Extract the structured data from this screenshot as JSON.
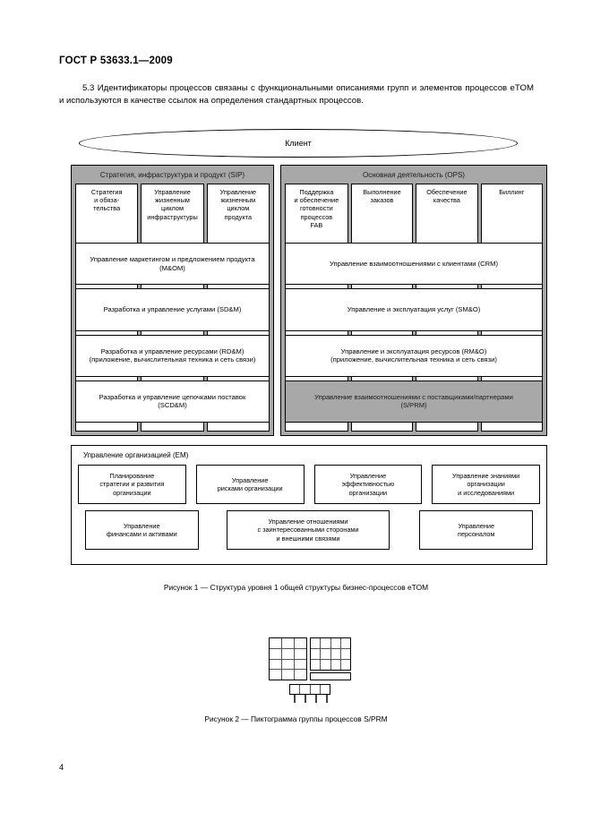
{
  "document": {
    "standard_title": "ГОСТ Р 53633.1—2009",
    "paragraph": "5.3  Идентификаторы процессов связаны с функциональными описаниями групп и элементов процессов eTOM и используются в качестве ссылок на определения стандартных процессов.",
    "page_number": "4"
  },
  "colors": {
    "panel_fill": "#a8a8a8",
    "box_fill": "#ffffff",
    "line": "#000000",
    "highlight_fill": "#a8a8a8"
  },
  "diagram": {
    "client_label": "Клиент",
    "panels": [
      {
        "id": "sip",
        "title": "Стратегия, инфраструктура и продукт (SIP)",
        "columns": [
          "Стратегия\nи обяза-\nтельства",
          "Управление\nжизненным\nциклом\nинфраструктуры",
          "Управление\nжизненным\nциклом\nпродукта"
        ],
        "rows": [
          {
            "label": "Управление маркетингом и предложением продукта (M&OM)",
            "shaded": false
          },
          {
            "label": "Разработка и управление услугами (SD&M)",
            "shaded": false
          },
          {
            "label": "Разработка и управление ресурсами (RD&M)\n(приложение, вычислительная техника и сеть связи)",
            "shaded": false
          },
          {
            "label": "Разработка и управление цепочками поставок\n(SCD&M)",
            "shaded": false
          }
        ]
      },
      {
        "id": "ops",
        "title": "Основная деятельность (OPS)",
        "columns": [
          "Поддержка\nи обеспечение\nготовности\nпроцессов\nFAB",
          "Выполнение\nзаказов",
          "Обеспечение\nкачества",
          "Биллинг"
        ],
        "rows": [
          {
            "label": "Управление взаимоотношениями с клиентами (CRM)",
            "shaded": false
          },
          {
            "label": "Управление и эксплуатация услуг (SM&O)",
            "shaded": false
          },
          {
            "label": "Управление и эксплуатация ресурсов (RM&O)\n(приложение, вычислительная техника и сеть связи)",
            "shaded": false
          },
          {
            "label": "Управление взаимоотношениями с поставщиками/партнерами\n(S/PRM)",
            "shaded": true
          }
        ]
      }
    ],
    "em_panel": {
      "title": "Управление организацией (EM)",
      "row1": [
        "Планирование\nстратегии и развития\nорганизации",
        "Управление\nрисками организации",
        "Управление\nэффективностью\nорганизации",
        "Управление знаниями\nорганизации\nи исследованиями"
      ],
      "row2": [
        "Управление\nфинансами и активами",
        "Управление отношениями\nс заинтересованными сторонами\nи внешними связями",
        "Управление\nперсоналом"
      ]
    },
    "caption_1": "Рисунок  1 — Структура уровня 1 общей структуры бизнес-процессов eTOM",
    "caption_2": "Рисунок  2 — Пиктограмма группы процессов S/PRM",
    "pictogram": {
      "left_grid": {
        "cols": 3,
        "rows": 4
      },
      "right_grid": {
        "cols": 4,
        "rows": 3
      },
      "right_bar": true,
      "bottom_row": {
        "cols": 4
      },
      "legs": 4
    }
  }
}
